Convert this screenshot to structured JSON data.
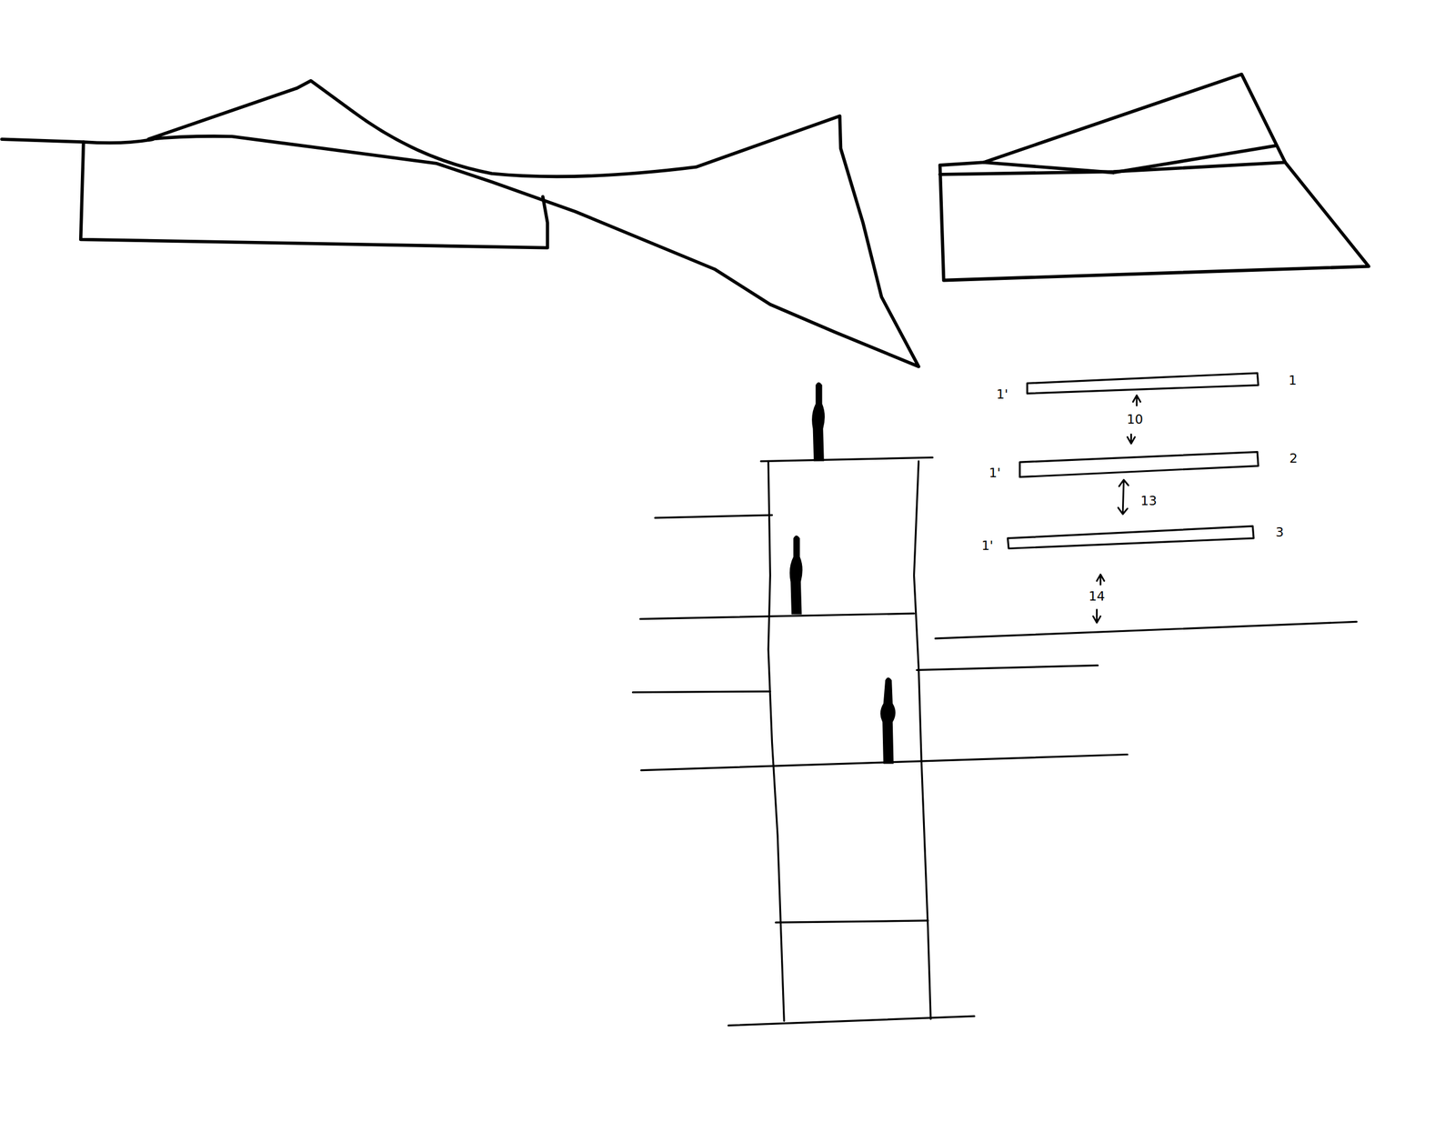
{
  "diagram": {
    "labels": [
      "1'",
      "1",
      "10",
      "1'",
      "2",
      "13",
      "1'",
      "3",
      "14"
    ]
  }
}
